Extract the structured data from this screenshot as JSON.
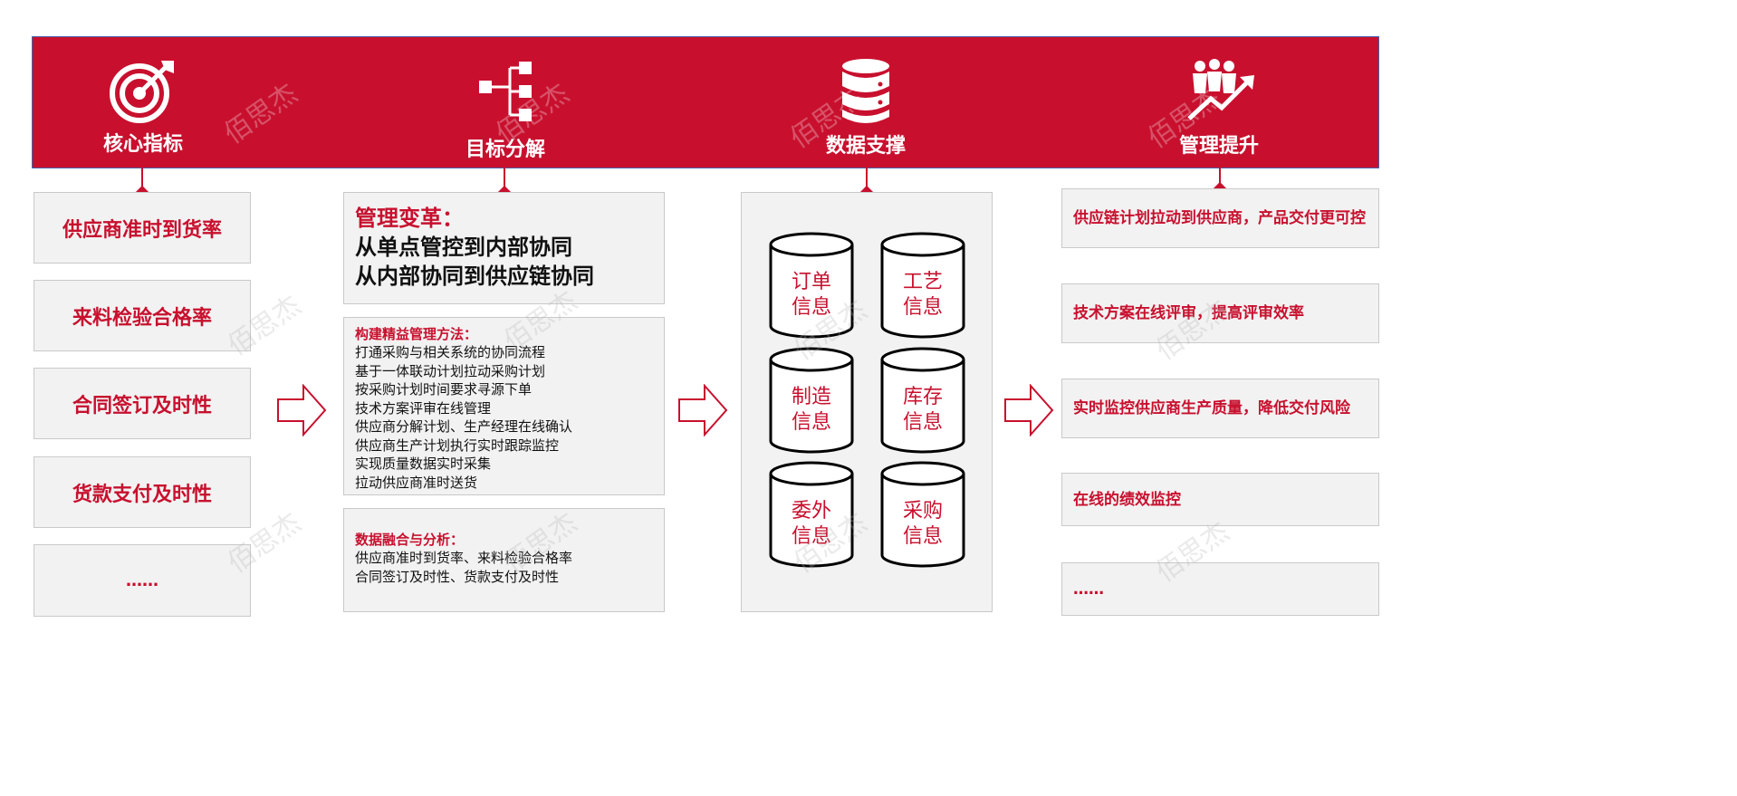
{
  "headers": [
    {
      "title": "核心指标",
      "icon": "target-icon"
    },
    {
      "title": "目标分解",
      "icon": "hierarchy-icon"
    },
    {
      "title": "数据支撑",
      "icon": "database-icon"
    },
    {
      "title": "管理提升",
      "icon": "team-growth-icon"
    }
  ],
  "kpis": [
    "供应商准时到货率",
    "来料检验合格率",
    "合同签订及时性",
    "货款支付及时性",
    "……"
  ],
  "reform": {
    "label": "管理变革：",
    "line1": "从单点管控到内部协同",
    "line2": "从内部协同到供应链协同"
  },
  "methods": {
    "title": "构建精益管理方法：",
    "items": [
      "打通采购与相关系统的协同流程",
      "基于一体联动计划拉动采购计划",
      "按采购计划时间要求寻源下单",
      "技术方案评审在线管理",
      "供应商分解计划、生产经理在线确认",
      "供应商生产计划执行实时跟踪监控",
      "实现质量数据实时采集",
      "拉动供应商准时送货"
    ]
  },
  "analysis": {
    "title": "数据融合与分析：",
    "items": [
      "供应商准时到货率、来料检验合格率",
      "合同签订及时性、货款支付及时性"
    ]
  },
  "data_sources": [
    {
      "l1": "订单",
      "l2": "信息"
    },
    {
      "l1": "工艺",
      "l2": "信息"
    },
    {
      "l1": "制造",
      "l2": "信息"
    },
    {
      "l1": "库存",
      "l2": "信息"
    },
    {
      "l1": "委外",
      "l2": "信息"
    },
    {
      "l1": "采购",
      "l2": "信息"
    }
  ],
  "improvements": [
    "供应链计划拉动到供应商，产品交付更可控",
    "技术方案在线评审，提高评审效率",
    "实时监控供应商生产质量，降低交付风险",
    "在线的绩效监控",
    "……"
  ],
  "watermark": "佰思杰",
  "colors": {
    "accent": "#c8102e",
    "panel": "#f2f2f2",
    "border": "#c9c9c9"
  }
}
